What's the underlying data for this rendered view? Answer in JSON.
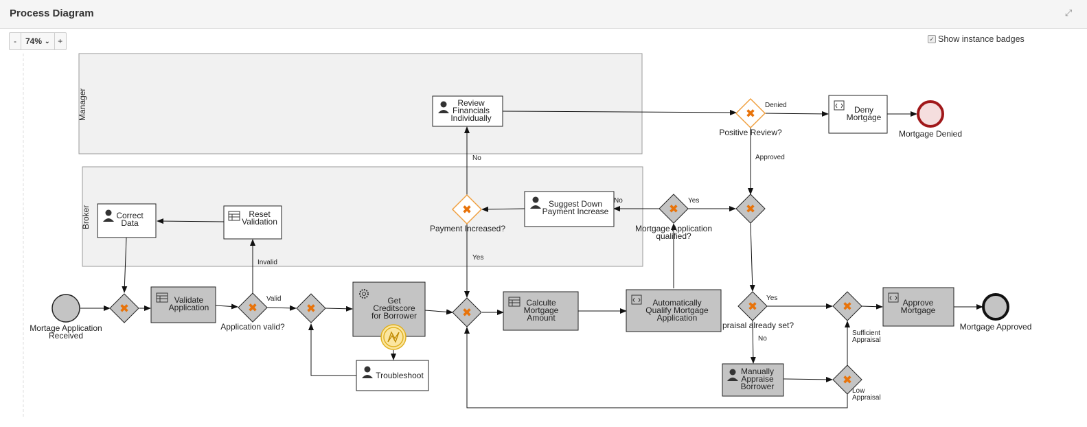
{
  "header": {
    "title": "Process Diagram"
  },
  "toolbar": {
    "zoom_out": "-",
    "zoom_level": "74%",
    "zoom_in": "+",
    "show_badges_label": "Show instance badges",
    "show_badges_checked": true
  },
  "lanes": {
    "manager": "Manager",
    "broker": "Broker"
  },
  "tasks": {
    "review_financials": [
      "Review",
      "Financials",
      "Individually"
    ],
    "deny_mortgage": [
      "Deny",
      "Mortgage"
    ],
    "suggest_down": [
      "Suggest Down",
      "Payment Increase"
    ],
    "correct_data": [
      "Correct",
      "Data"
    ],
    "reset_validation": [
      "Reset",
      "Validation"
    ],
    "validate_application": [
      "Validate",
      "Application"
    ],
    "get_creditscore": [
      "Get",
      "Creditscore",
      "for Borrower"
    ],
    "troubleshoot": [
      "Troubleshoot"
    ],
    "calculate_amount": [
      "Calculte",
      "Mortgage",
      "Amount"
    ],
    "auto_qualify": [
      "Automatically",
      "Qualify Mortgage",
      "Application"
    ],
    "approve_mortgage": [
      "Approve",
      "Mortgage"
    ],
    "manual_appraise": [
      "Manually",
      "Appraise",
      "Borrower"
    ]
  },
  "events": {
    "start": [
      "Mortage Application",
      "Received"
    ],
    "end_denied": "Mortgage Denied",
    "end_approved": "Mortgage Approved"
  },
  "gateways": {
    "positive_review": "Positive Review?",
    "payment_increased": "Payment Increased?",
    "mortgage_qualified": [
      "Mortgage Application",
      "qualified?"
    ],
    "application_valid": "Application valid?",
    "appraisal_set": "praisal already set?"
  },
  "flow_labels": {
    "denied": "Denied",
    "approved": "Approved",
    "no_review": "No",
    "no_suggest": "No",
    "yes_qualified": "Yes",
    "yes_payment": "Yes",
    "invalid": "Invalid",
    "valid": "Valid",
    "yes_appraisal": "Yes",
    "no_appraisal": "No",
    "sufficient": [
      "Sufficient",
      "Appraisal"
    ],
    "low": [
      "Low",
      "Appraisal"
    ]
  }
}
